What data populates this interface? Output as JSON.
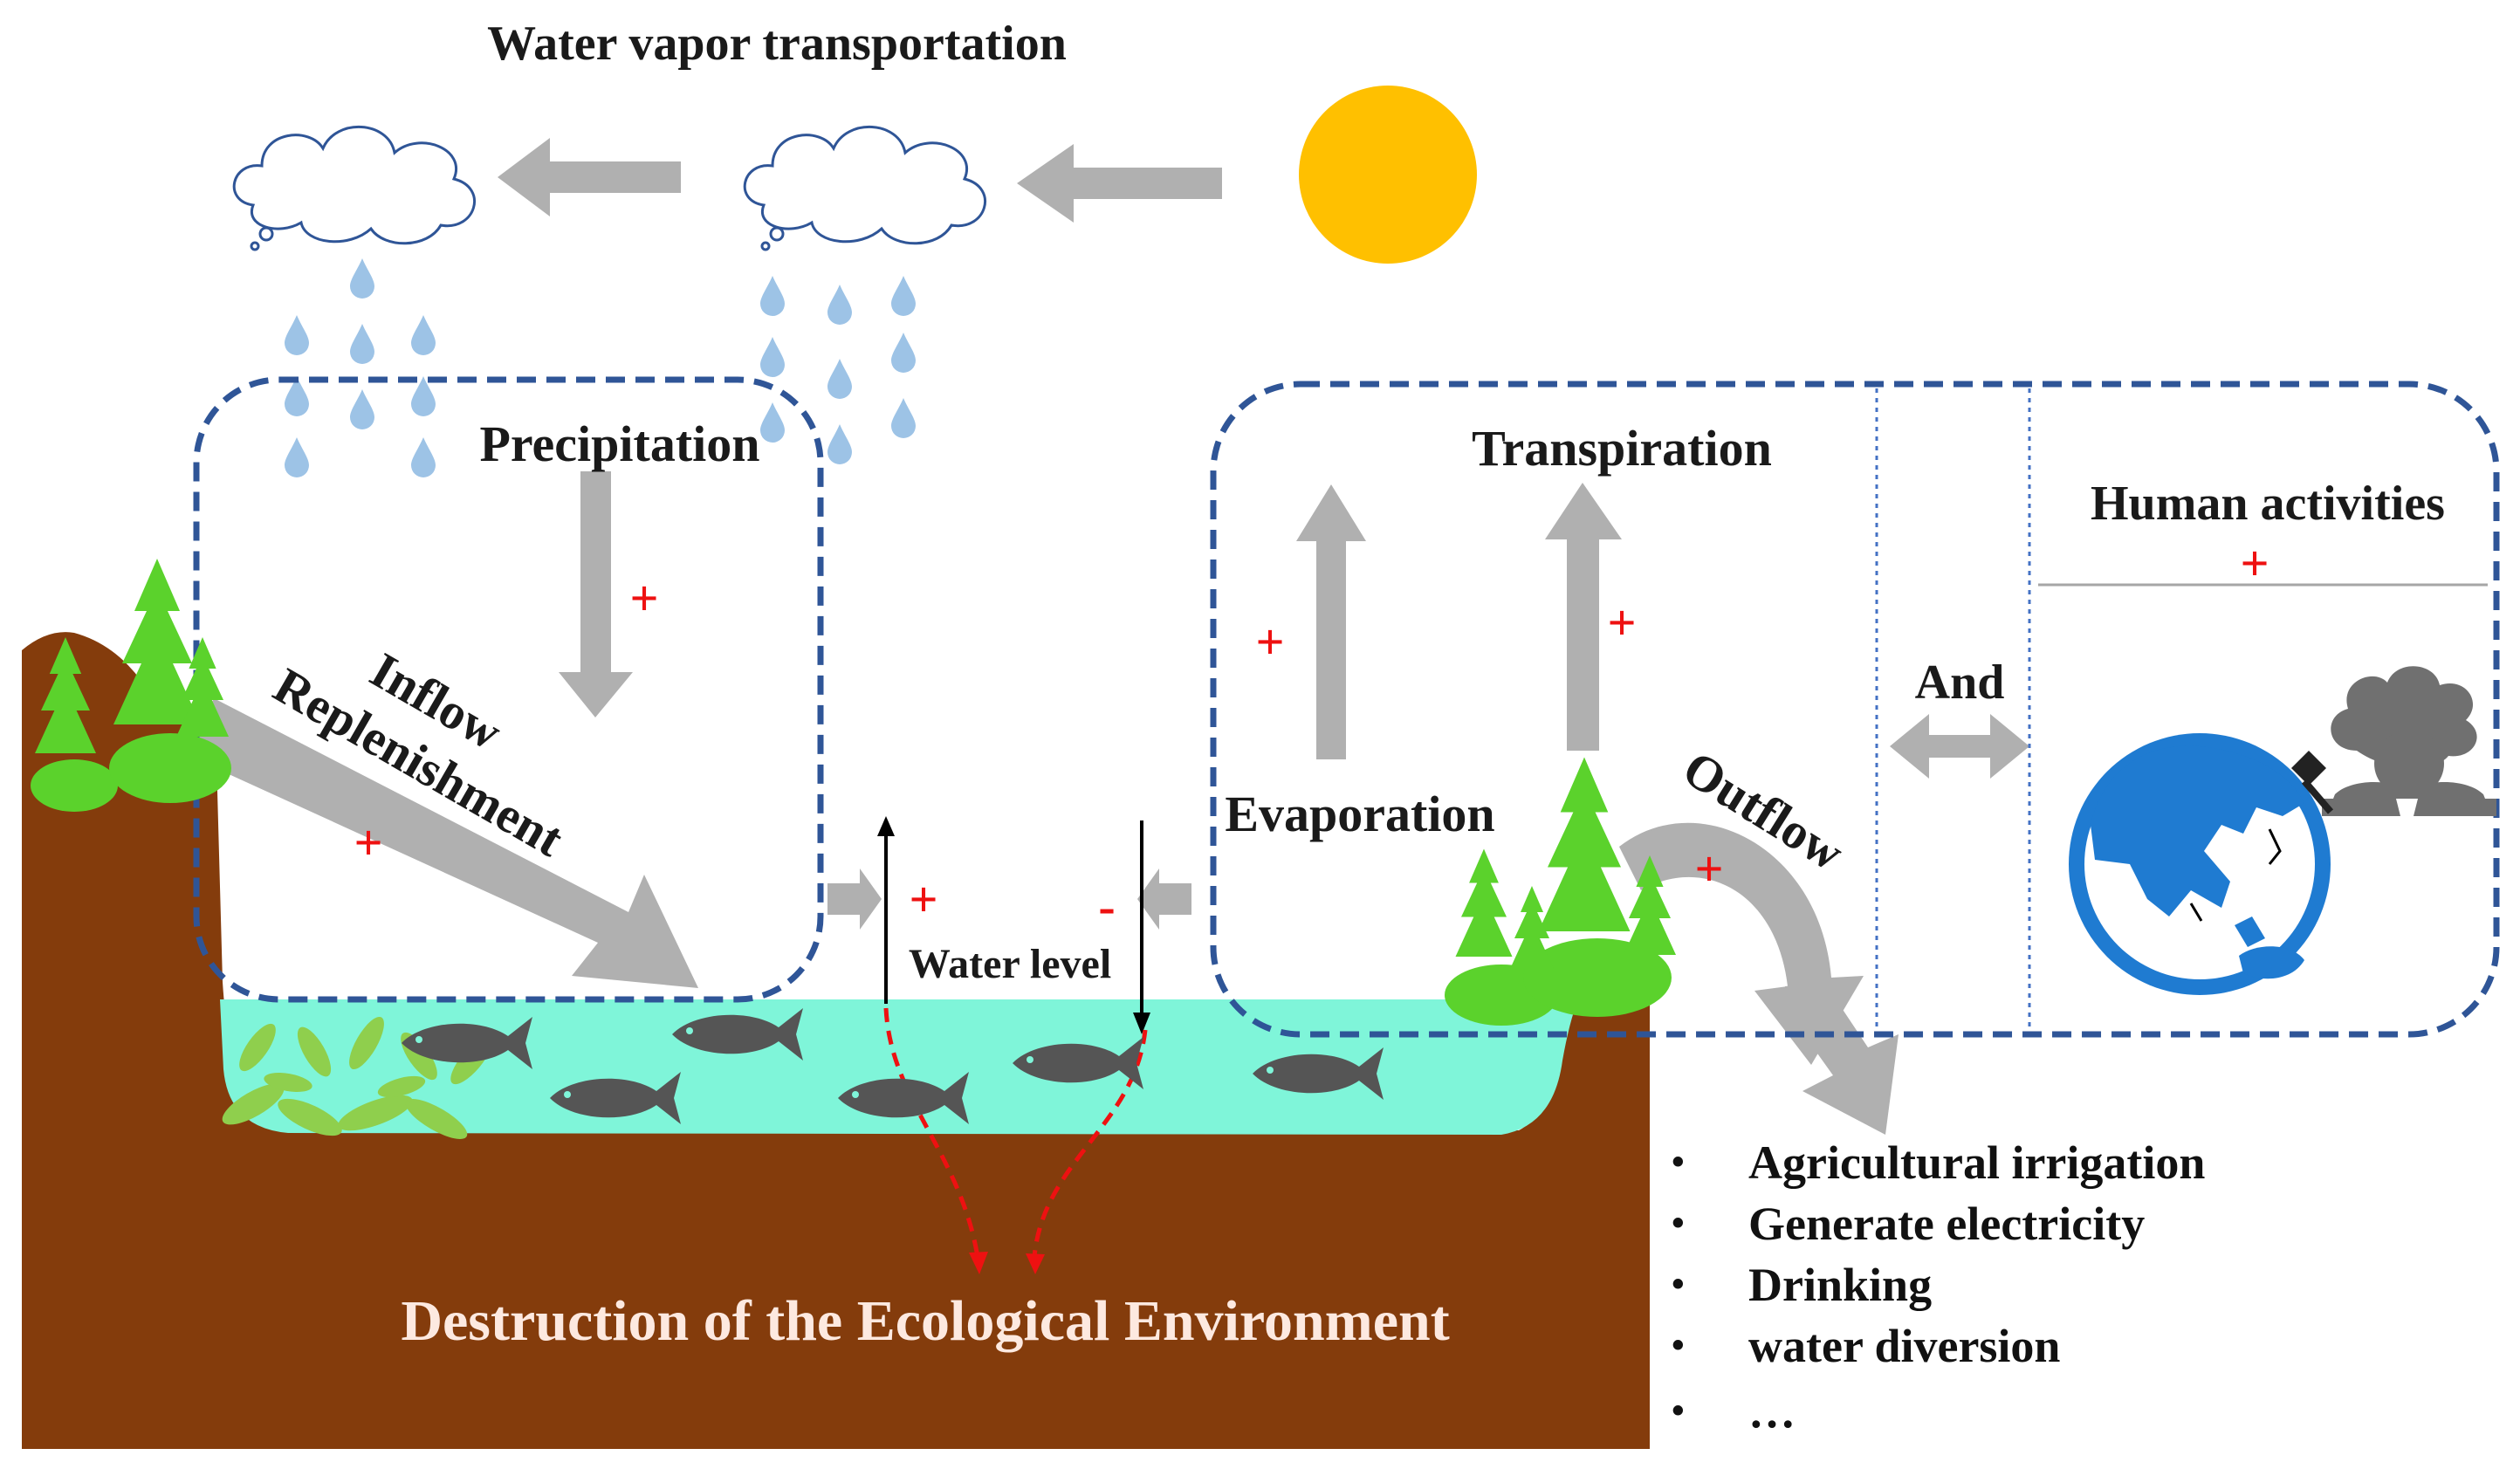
{
  "labels": {
    "vapor": "Water vapor transportation",
    "precipitation": "Precipitation",
    "transpiration": "Transpiration",
    "human_activities": "Human activities",
    "inflow": "Inflow",
    "replenishment": "Replenishment",
    "evaporation": "Evaporation",
    "outflow": "Outflow",
    "and": "And",
    "water_level": "Water level",
    "destruction": "Destruction of the Ecological Environment"
  },
  "signs": {
    "precipitation": "+",
    "inflow": "+",
    "water_level_left": "+",
    "water_level_right": "-",
    "evaporation": "+",
    "transpiration": "+",
    "human": "+",
    "outflow": "+"
  },
  "uses": {
    "bullet": "•",
    "items": [
      "Agricultural irrigation",
      "Generate electricity",
      "Drinking",
      "water diversion",
      "…"
    ]
  },
  "colors": {
    "soil": "#843c0c",
    "water": "#7ff5d9",
    "sun": "#ffc000",
    "arrow": "#b0b0b0",
    "dashed_box": "#2f5597",
    "tree": "#5bd22c",
    "fish": "#555555",
    "seaweed": "#8fcf4d",
    "sign": "#ee1111",
    "red_dash": "#ee1111",
    "globe": "#1f7bd1",
    "person": "#707070"
  }
}
